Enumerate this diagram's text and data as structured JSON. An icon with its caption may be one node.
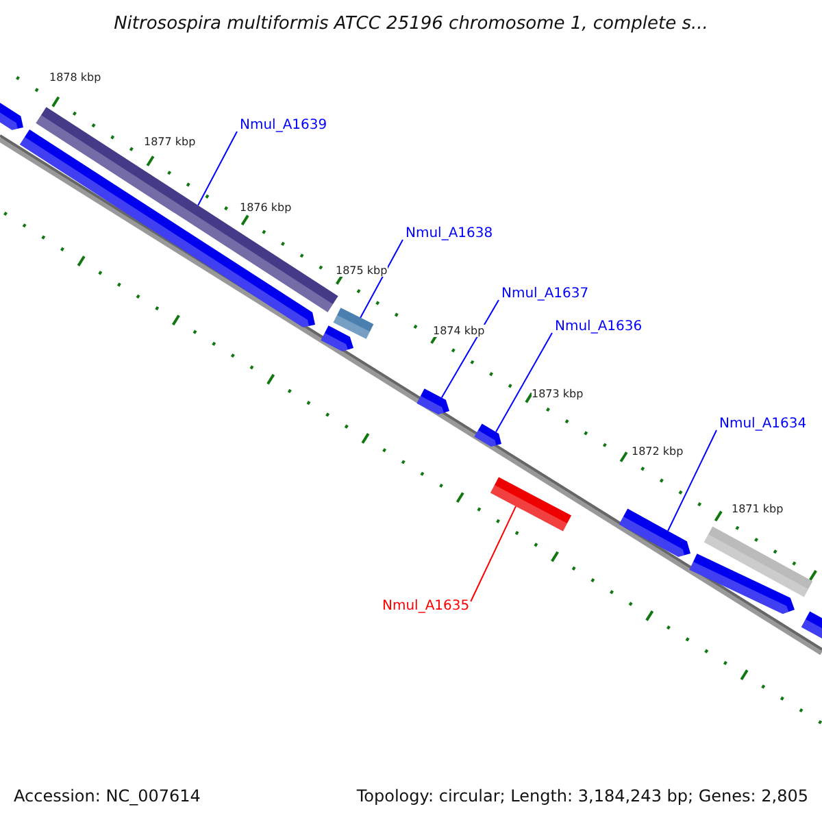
{
  "diagram": {
    "title": "Nitrosospira multiformis ATCC 25196 chromosome 1, complete s...",
    "nodes": [
      {
        "text": [],
        "shape": "bar"
      },
      {
        "text": [],
        "shape": "bar"
      },
      {
        "text": [
          "Nmul_A1639"
        ]
      },
      {
        "text": [],
        "shape": "bar"
      },
      {
        "text": [
          "Nmul_A1638"
        ]
      },
      {
        "text": [],
        "shape": "bar"
      },
      {
        "text": [],
        "shape": "bar"
      },
      {
        "text": [
          "Nmul_A1637"
        ]
      },
      {
        "text": [
          "Nmul_A1636"
        ]
      },
      {
        "text": [],
        "shape": "bar"
      },
      {
        "text": [],
        "shape": "bar"
      },
      {
        "text": [
          "Nmul_A1634"
        ]
      },
      {
        "text": [],
        "shape": "bar"
      },
      {
        "text": [],
        "shape": "bar"
      },
      {
        "text": [],
        "shape": "bar"
      },
      {
        "text": [],
        "shape": "bar"
      },
      {
        "text": [
          "Nmul_A1635"
        ]
      },
      {
        "text": [],
        "shape": "bar"
      }
    ],
    "edges": [
      {
        "from": 2,
        "to": 1,
        "arrow": "none"
      },
      {
        "from": 4,
        "to": 5,
        "arrow": "none"
      },
      {
        "from": 7,
        "to": 9,
        "arrow": "none"
      },
      {
        "from": 8,
        "to": 10,
        "arrow": "none"
      },
      {
        "from": 11,
        "to": 13,
        "arrow": "none"
      },
      {
        "from": 16,
        "to": 12,
        "arrow": "none",
        "color": "#ff0000"
      }
    ],
    "labels": [
      "1878 kbp",
      "1877 kbp",
      "1876 kbp",
      "1875 kbp",
      "1874 kbp",
      "1873 kbp",
      "1872 kbp",
      "1871 kbp",
      "Accession: NC_007614",
      "Topology: circular; Length: 3,184,243 bp; Genes: 2,805"
    ]
  }
}
